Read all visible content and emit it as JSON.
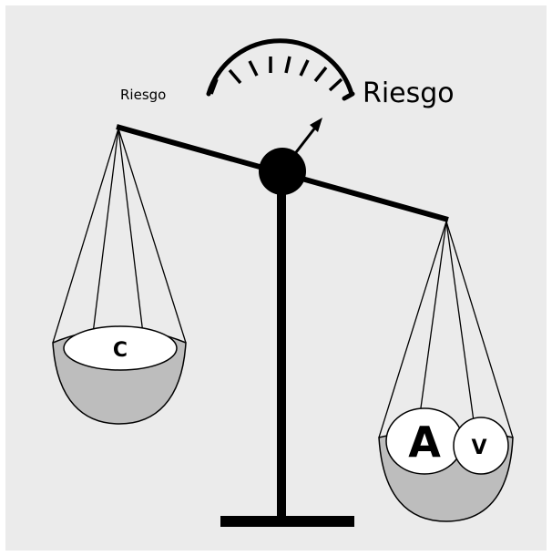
{
  "labels": {
    "risk_left": "Riesgo",
    "risk_right": "Riesgo"
  },
  "left_pan": {
    "item": "C"
  },
  "right_pan": {
    "items": [
      "A",
      "V"
    ]
  },
  "colors": {
    "panel_background": "#ebebeb",
    "pan_fill": "#bdbdbd",
    "ink": "#000000",
    "item_fill": "#ffffff"
  },
  "icons": {
    "gauge": "risk-gauge-icon",
    "pivot": "pivot-circle-icon"
  }
}
